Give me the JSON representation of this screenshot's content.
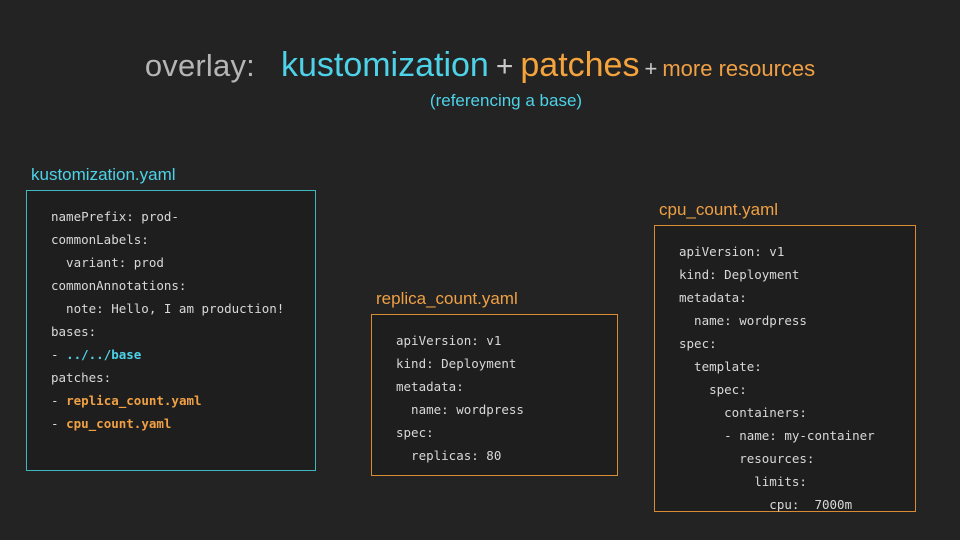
{
  "title": {
    "prefix": "overlay:",
    "term_primary": "kustomization",
    "plus1": "+",
    "term_secondary": "patches",
    "plus2": "+",
    "term_tertiary": "more resources",
    "subtitle": "(referencing a base)"
  },
  "colors": {
    "background": "#232323",
    "panel_background": "#1e1e1e",
    "cyan": "#4dd2e8",
    "orange": "#f0a044",
    "border_cyan": "#3fb7bd",
    "border_orange": "#d98c31",
    "code_text": "#d8d8d8",
    "title_gray": "#b5b5b5"
  },
  "panels": [
    {
      "label": "kustomization.yaml",
      "accent": "cyan",
      "lines": [
        [
          {
            "t": "namePrefix: prod-",
            "c": "plain"
          }
        ],
        [
          {
            "t": "commonLabels:",
            "c": "plain"
          }
        ],
        [
          {
            "t": "  variant: prod",
            "c": "plain"
          }
        ],
        [
          {
            "t": "commonAnnotations:",
            "c": "plain"
          }
        ],
        [
          {
            "t": "  note: Hello, I am production!",
            "c": "plain"
          }
        ],
        [
          {
            "t": "bases:",
            "c": "plain"
          }
        ],
        [
          {
            "t": "- ",
            "c": "plain"
          },
          {
            "t": "../../base",
            "c": "cyan"
          }
        ],
        [
          {
            "t": "patches:",
            "c": "plain"
          }
        ],
        [
          {
            "t": "- ",
            "c": "plain"
          },
          {
            "t": "replica_count.yaml",
            "c": "orange"
          }
        ],
        [
          {
            "t": "- ",
            "c": "plain"
          },
          {
            "t": "cpu_count.yaml",
            "c": "orange"
          }
        ]
      ]
    },
    {
      "label": "replica_count.yaml",
      "accent": "orange",
      "lines": [
        [
          {
            "t": "apiVersion: v1",
            "c": "plain"
          }
        ],
        [
          {
            "t": "kind: Deployment",
            "c": "plain"
          }
        ],
        [
          {
            "t": "metadata:",
            "c": "plain"
          }
        ],
        [
          {
            "t": "  name: wordpress",
            "c": "plain"
          }
        ],
        [
          {
            "t": "spec:",
            "c": "plain"
          }
        ],
        [
          {
            "t": "  replicas: 80",
            "c": "plain"
          }
        ]
      ]
    },
    {
      "label": "cpu_count.yaml",
      "accent": "orange",
      "lines": [
        [
          {
            "t": "apiVersion: v1",
            "c": "plain"
          }
        ],
        [
          {
            "t": "kind: Deployment",
            "c": "plain"
          }
        ],
        [
          {
            "t": "metadata:",
            "c": "plain"
          }
        ],
        [
          {
            "t": "  name: wordpress",
            "c": "plain"
          }
        ],
        [
          {
            "t": "spec:",
            "c": "plain"
          }
        ],
        [
          {
            "t": "  template:",
            "c": "plain"
          }
        ],
        [
          {
            "t": "    spec:",
            "c": "plain"
          }
        ],
        [
          {
            "t": "      containers:",
            "c": "plain"
          }
        ],
        [
          {
            "t": "      - name: my-container",
            "c": "plain"
          }
        ],
        [
          {
            "t": "        resources:",
            "c": "plain"
          }
        ],
        [
          {
            "t": "          limits:",
            "c": "plain"
          }
        ],
        [
          {
            "t": "            cpu:  7000m",
            "c": "plain"
          }
        ]
      ]
    }
  ]
}
